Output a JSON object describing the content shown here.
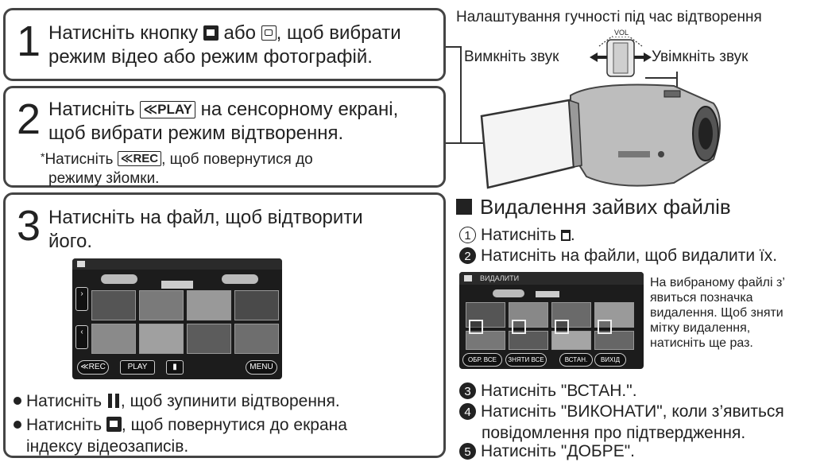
{
  "step1": {
    "number": "1",
    "line1_a": "Натисніть кнопку",
    "line1_b": "або",
    "line1_c": ", щоб вибрати",
    "line2": "режим відео або режим фотографій."
  },
  "step2": {
    "number": "2",
    "line1_a": "Натисніть",
    "play_key": "≪PLAY",
    "line1_b": "на сенсорному екрані,",
    "line2": "щоб вибрати режим відтворення.",
    "note_a": "Натисніть",
    "rec_key": "≪REC",
    "note_b": ", щоб повернутися до",
    "note_c": "режиму зйомки."
  },
  "step3": {
    "number": "3",
    "line1": "Натисніть на файл, щоб відтворити",
    "line2": "його.",
    "screen": {
      "rec_btn": "≪REC",
      "play_btn": "PLAY",
      "menu_btn": "MENU"
    },
    "bullet1_a": "Натисніть",
    "bullet1_b": ", щоб зупинити відтворення.",
    "bullet2_a": "Натисніть",
    "bullet2_b": ", щоб повернутися до екрана",
    "bullet2_c": "індексу відеозаписів."
  },
  "volume": {
    "title": "Налаштування гучності під час відтворення",
    "mute": "Вимкніть звук",
    "unmute": "Увімкніть звук",
    "vol_label": "VOL"
  },
  "delete": {
    "title": "Видалення зайвих файлів",
    "s1_num": "1",
    "s1": "Натисніть",
    "s2_num": "2",
    "s2": "Натисніть на файли, щоб видалити їх.",
    "screen": {
      "header": "ВИДАЛИТИ",
      "btn_all": "ОБР. ВСЕ",
      "btn_clear": "ЗНЯТИ ВСЕ",
      "btn_set": "ВСТАН.",
      "btn_exit": "ВИХІД"
    },
    "side_note": [
      "На вибраному файлі з’",
      "явиться позначка",
      "видалення. Щоб зняти",
      "мітку видалення,",
      "натисніть ще раз."
    ],
    "s3_num": "3",
    "s3": "Натисніть \"ВСТАН.\".",
    "s4_num": "4",
    "s4_a": "Натисніть \"ВИКОНАТИ\", коли з’явиться",
    "s4_b": "повідомлення про підтвердження.",
    "s5_num": "5",
    "s5": "Натисніть \"ДОБРЕ\"."
  }
}
